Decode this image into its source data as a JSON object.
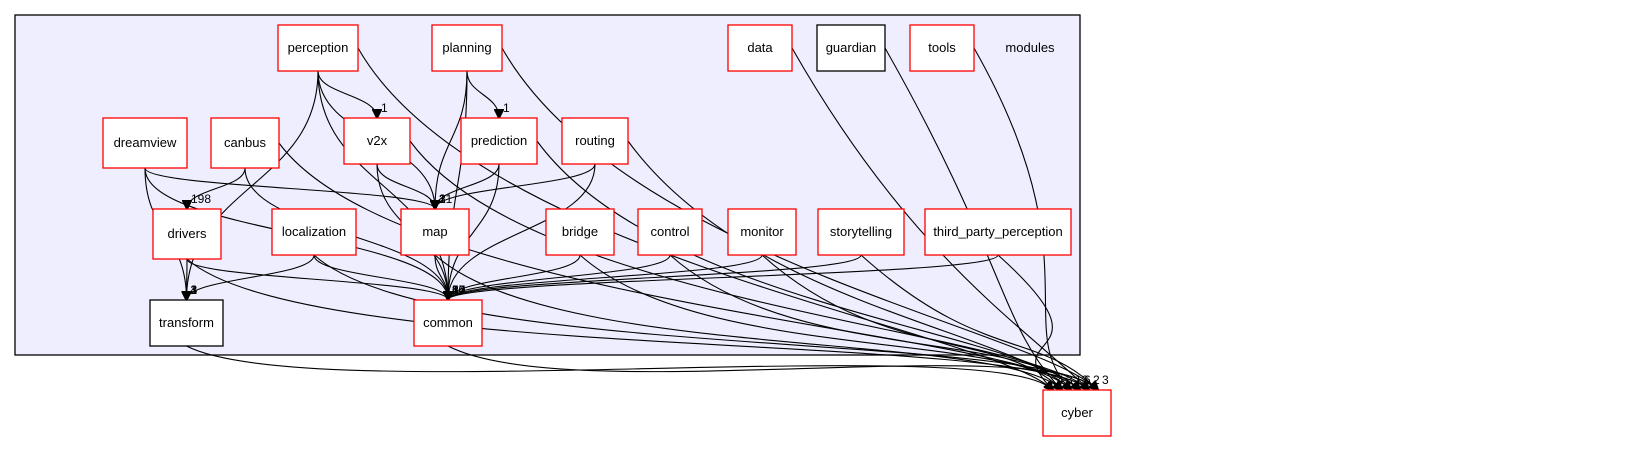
{
  "cluster": {
    "label": "modules",
    "fill": "#eeeeff",
    "border": "#000000"
  },
  "colors": {
    "module_border": "#ff0000",
    "plain_border": "#000000"
  },
  "nodes": {
    "perception": {
      "label": "perception",
      "style": "red"
    },
    "planning": {
      "label": "planning",
      "style": "red"
    },
    "data": {
      "label": "data",
      "style": "red"
    },
    "guardian": {
      "label": "guardian",
      "style": "black"
    },
    "tools": {
      "label": "tools",
      "style": "red"
    },
    "dreamview": {
      "label": "dreamview",
      "style": "red"
    },
    "canbus": {
      "label": "canbus",
      "style": "red"
    },
    "v2x": {
      "label": "v2x",
      "style": "red"
    },
    "prediction": {
      "label": "prediction",
      "style": "red"
    },
    "routing": {
      "label": "routing",
      "style": "red"
    },
    "drivers": {
      "label": "drivers",
      "style": "red"
    },
    "localization": {
      "label": "localization",
      "style": "red"
    },
    "map": {
      "label": "map",
      "style": "red"
    },
    "bridge": {
      "label": "bridge",
      "style": "red"
    },
    "control": {
      "label": "control",
      "style": "red"
    },
    "monitor": {
      "label": "monitor",
      "style": "red"
    },
    "storytelling": {
      "label": "storytelling",
      "style": "red"
    },
    "third_party_perception": {
      "label": "third_party_perception",
      "style": "red"
    },
    "transform": {
      "label": "transform",
      "style": "black"
    },
    "common": {
      "label": "common",
      "style": "red"
    },
    "cyber": {
      "label": "cyber",
      "style": "red"
    }
  },
  "edges": [
    {
      "from": "perception",
      "to": "v2x",
      "label": "1"
    },
    {
      "from": "planning",
      "to": "prediction",
      "label": "1"
    },
    {
      "from": "canbus",
      "to": "drivers",
      "label": "198"
    },
    {
      "from": "v2x",
      "to": "map",
      "label": "1"
    },
    {
      "from": "v2x",
      "to": "common",
      "label": "2"
    },
    {
      "from": "dreamview",
      "to": "map",
      "label": "2"
    },
    {
      "from": "planning",
      "to": "map",
      "label": "21"
    },
    {
      "from": "prediction",
      "to": "map",
      "label": "3"
    },
    {
      "from": "routing",
      "to": "map",
      "label": "1"
    },
    {
      "from": "map",
      "to": "common",
      "label": "20"
    },
    {
      "from": "drivers",
      "to": "transform",
      "label": "3"
    },
    {
      "from": "dreamview",
      "to": "transform",
      "label": "1"
    },
    {
      "from": "perception",
      "to": "transform",
      "label": "3"
    },
    {
      "from": "localization",
      "to": "transform",
      "label": "4"
    },
    {
      "from": "localization",
      "to": "common",
      "label": "12"
    },
    {
      "from": "drivers",
      "to": "common",
      "label": "10"
    },
    {
      "from": "dreamview",
      "to": "common",
      "label": "14"
    },
    {
      "from": "prediction",
      "to": "common",
      "label": "6"
    },
    {
      "from": "bridge",
      "to": "common",
      "label": "5"
    },
    {
      "from": "control",
      "to": "common",
      "label": "27"
    },
    {
      "from": "monitor",
      "to": "common",
      "label": "2"
    },
    {
      "from": "storytelling",
      "to": "common",
      "label": "2"
    },
    {
      "from": "third_party_perception",
      "to": "common",
      "label": "4"
    },
    {
      "from": "storytelling",
      "to": "cyber",
      "label": "3"
    },
    {
      "from": "third_party_perception",
      "to": "cyber",
      "label": "4"
    },
    {
      "from": "monitor",
      "to": "cyber",
      "label": "3"
    },
    {
      "from": "routing",
      "to": "cyber",
      "label": "13"
    },
    {
      "from": "prediction",
      "to": "cyber",
      "label": "6"
    },
    {
      "from": "data",
      "to": "cyber",
      "label": "2"
    },
    {
      "from": "planning",
      "to": "cyber",
      "label": ""
    },
    {
      "from": "perception",
      "to": "cyber",
      "label": ""
    },
    {
      "from": "guardian",
      "to": "cyber",
      "label": ""
    },
    {
      "from": "tools",
      "to": "cyber",
      "label": ""
    },
    {
      "from": "canbus",
      "to": "cyber",
      "label": ""
    },
    {
      "from": "v2x",
      "to": "cyber",
      "label": ""
    },
    {
      "from": "common",
      "to": "cyber",
      "label": ""
    },
    {
      "from": "transform",
      "to": "cyber",
      "label": ""
    },
    {
      "from": "map",
      "to": "cyber",
      "label": ""
    },
    {
      "from": "bridge",
      "to": "cyber",
      "label": ""
    },
    {
      "from": "control",
      "to": "cyber",
      "label": ""
    },
    {
      "from": "drivers",
      "to": "cyber",
      "label": ""
    },
    {
      "from": "localization",
      "to": "cyber",
      "label": ""
    },
    {
      "from": "perception",
      "to": "map",
      "label": ""
    },
    {
      "from": "perception",
      "to": "common",
      "label": ""
    },
    {
      "from": "planning",
      "to": "common",
      "label": ""
    },
    {
      "from": "canbus",
      "to": "common",
      "label": ""
    },
    {
      "from": "routing",
      "to": "common",
      "label": ""
    }
  ]
}
